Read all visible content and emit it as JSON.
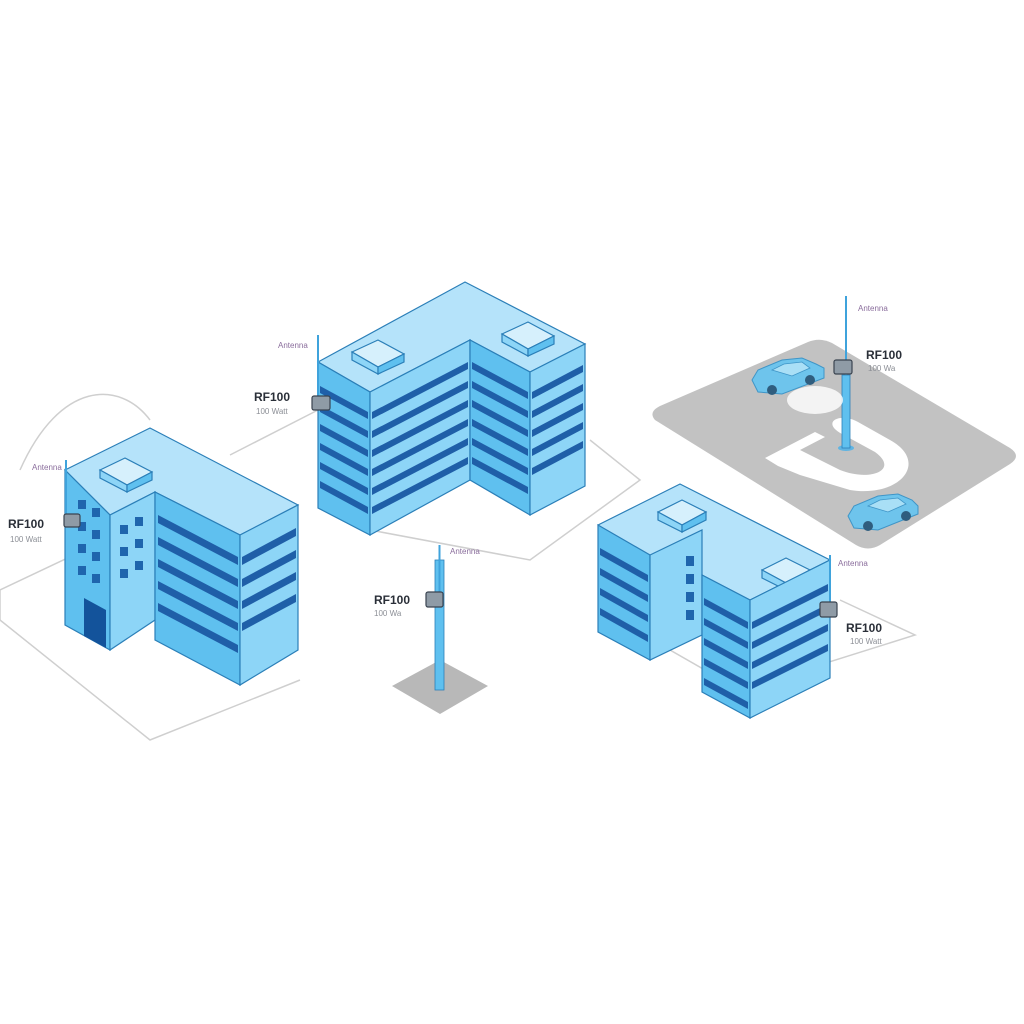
{
  "colors": {
    "building_top": "#b5e3fa",
    "building_left": "#5fc0ef",
    "building_right": "#8dd5f7",
    "building_outline": "#2b7fb8",
    "window_band": "#1f5fa8",
    "window": "#1f65ad",
    "door": "#13539b",
    "ground_outline": "#c9c9c9",
    "parking_lot": "#c4c4c4",
    "car": "#6ec4ec",
    "device": "#8f9ba6"
  },
  "installations": [
    {
      "id": "left-building",
      "antenna_label": "Antenna",
      "model": "RF100",
      "power": "100 Watt"
    },
    {
      "id": "center-building",
      "antenna_label": "Antenna",
      "model": "RF100",
      "power": "100 Watt"
    },
    {
      "id": "mast",
      "antenna_label": "Antenna",
      "model": "RF100",
      "power": "100 Wa"
    },
    {
      "id": "parking",
      "antenna_label": "Antenna",
      "model": "RF100",
      "power": "100 Wa"
    },
    {
      "id": "right-building",
      "antenna_label": "Antenna",
      "model": "RF100",
      "power": "100 Watt"
    }
  ],
  "parking": {
    "sign_letter": "P"
  },
  "icons": [
    "antenna-icon",
    "rf-device-icon",
    "car-icon",
    "rooftop-unit-icon"
  ]
}
